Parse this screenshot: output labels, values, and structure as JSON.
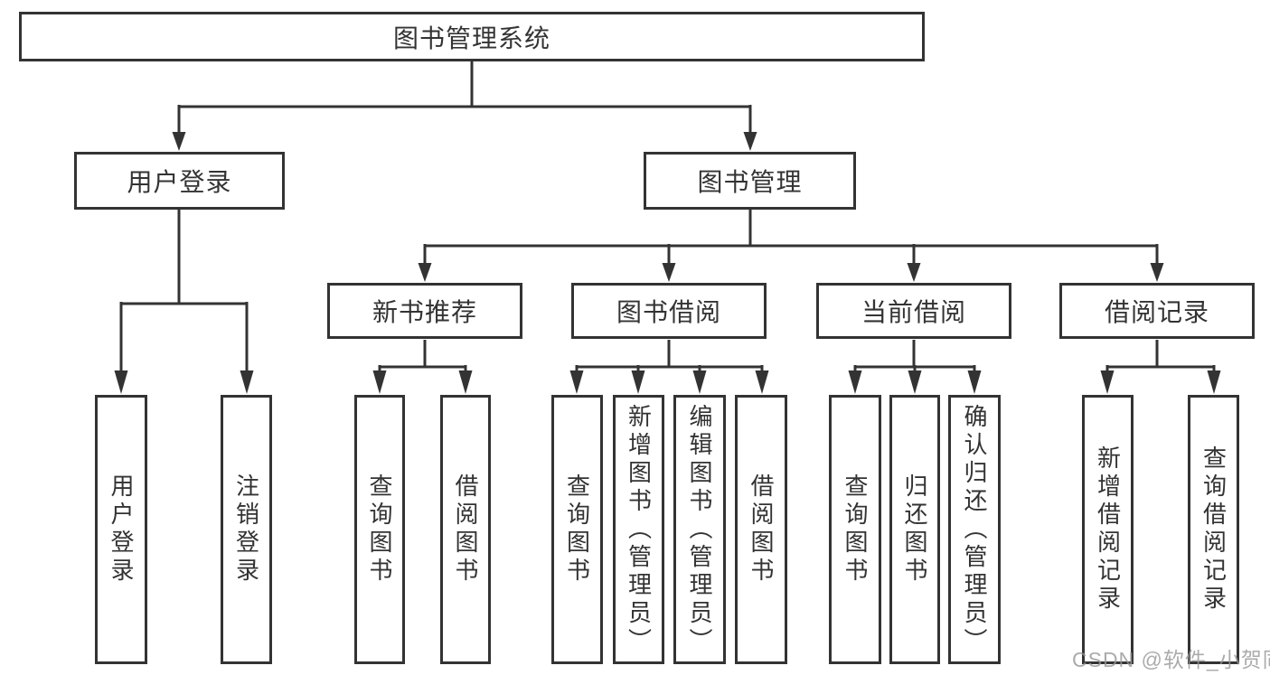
{
  "tree": {
    "root": {
      "label": "图书管理系统"
    },
    "branches": [
      {
        "label": "用户登录",
        "children": [
          {
            "label": "用户登录"
          },
          {
            "label": "注销登录"
          }
        ]
      },
      {
        "label": "图书管理",
        "children": [
          {
            "label": "新书推荐",
            "children": [
              {
                "label": "查询图书"
              },
              {
                "label": "借阅图书"
              }
            ]
          },
          {
            "label": "图书借阅",
            "children": [
              {
                "label": "查询图书"
              },
              {
                "label": "新增图书（管理员）"
              },
              {
                "label": "编辑图书（管理员）"
              },
              {
                "label": "借阅图书"
              }
            ]
          },
          {
            "label": "当前借阅",
            "children": [
              {
                "label": "查询图书"
              },
              {
                "label": "归还图书"
              },
              {
                "label": "确认归还（管理员）"
              }
            ]
          },
          {
            "label": "借阅记录",
            "children": [
              {
                "label": "新增借阅记录"
              },
              {
                "label": "查询借阅记录"
              }
            ]
          }
        ]
      }
    ]
  },
  "watermark": {
    "text": "CSDN @软件_小贺同学"
  },
  "colors": {
    "line": "#333333",
    "text": "#333333",
    "background": "#ffffff",
    "watermark": "#969696"
  }
}
